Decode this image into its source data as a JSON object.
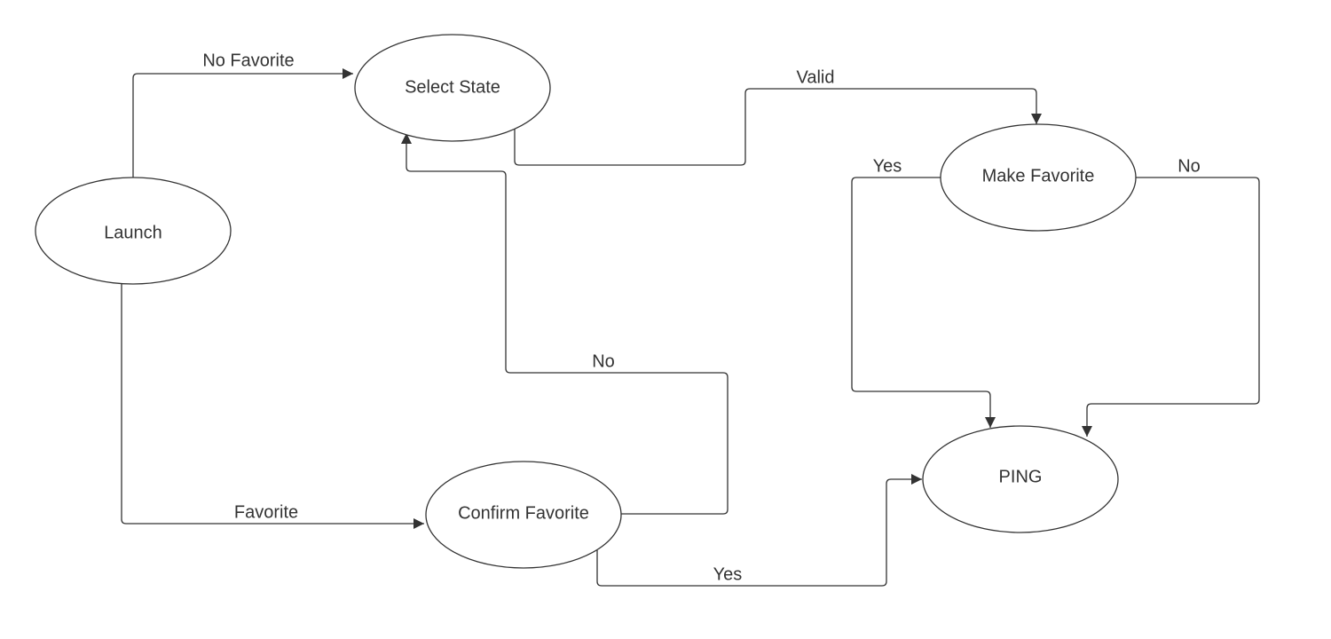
{
  "diagram": {
    "type": "flowchart",
    "nodes": {
      "launch": "Launch",
      "select_state": "Select State",
      "make_favorite": "Make Favorite",
      "confirm_favorite": "Confirm Favorite",
      "ping": "PING"
    },
    "edges": [
      {
        "from": "launch",
        "to": "select_state",
        "label": "No Favorite"
      },
      {
        "from": "launch",
        "to": "confirm_favorite",
        "label": "Favorite"
      },
      {
        "from": "select_state",
        "to": "make_favorite",
        "label": "Valid"
      },
      {
        "from": "make_favorite",
        "to": "ping",
        "label": "Yes"
      },
      {
        "from": "make_favorite",
        "to": "ping",
        "label": "No"
      },
      {
        "from": "confirm_favorite",
        "to": "select_state",
        "label": "No"
      },
      {
        "from": "confirm_favorite",
        "to": "ping",
        "label": "Yes"
      }
    ],
    "colors": {
      "stroke": "#333333",
      "background": "#ffffff"
    }
  }
}
